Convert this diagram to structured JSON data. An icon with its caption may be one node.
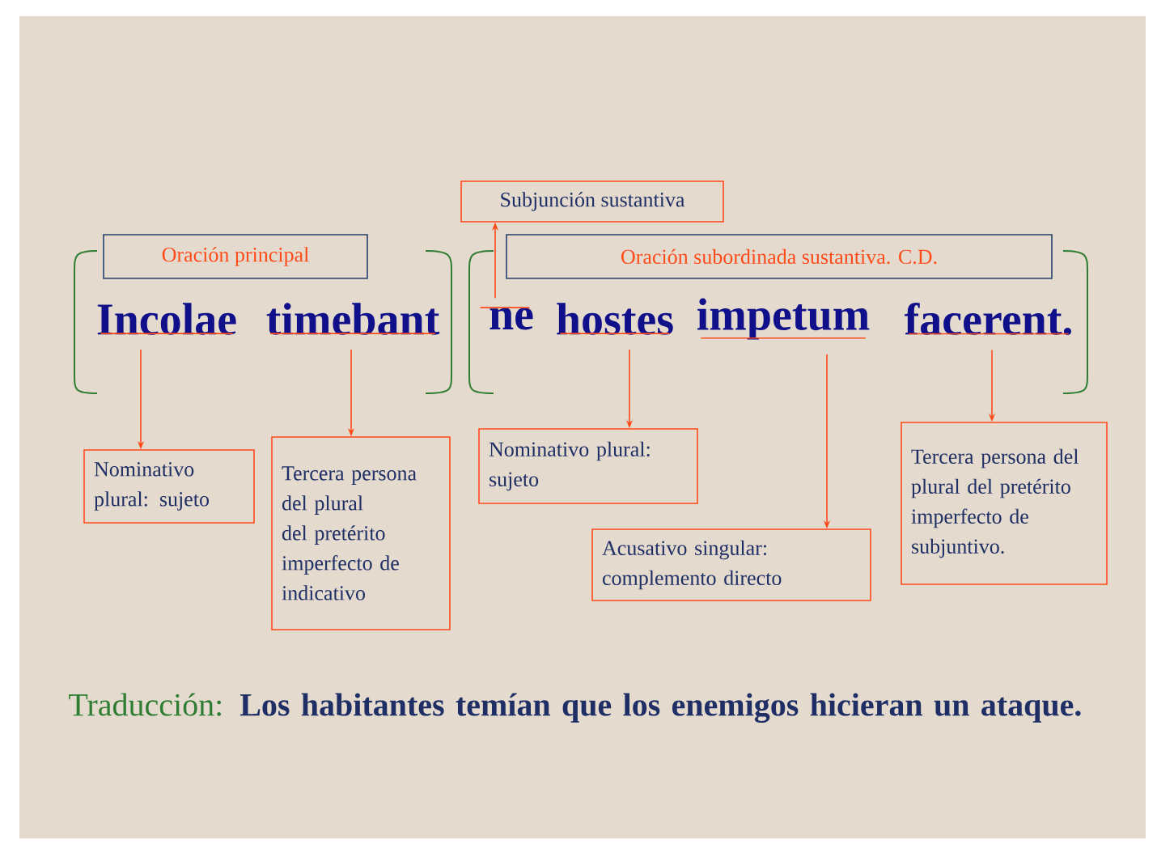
{
  "diagram": {
    "nodes": [
      {
        "text": [
          "Subjunción sustantiva"
        ]
      },
      {
        "text": [
          "Oración principal"
        ]
      },
      {
        "text": [
          "Oración subordinada sustantiva. C.D."
        ]
      },
      {
        "text": [
          "Incolae"
        ]
      },
      {
        "text": [
          "timebant"
        ]
      },
      {
        "text": [
          "ne"
        ]
      },
      {
        "text": [
          "hostes"
        ]
      },
      {
        "text": [
          "impetum"
        ]
      },
      {
        "text": [
          "facerent."
        ]
      },
      {
        "text": [
          "Nominativo plural: sujeto"
        ]
      },
      {
        "text": [
          "Tercera persona del plural del pretérito imperfecto de indicativo"
        ]
      },
      {
        "text": [
          "Nominativo plural: sujeto"
        ]
      },
      {
        "text": [
          "Acusativo singular: complemento directo"
        ]
      },
      {
        "text": [
          "Tercera persona del plural del pretérito imperfecto de subjuntivo."
        ]
      }
    ],
    "edges": [
      {
        "from": 3,
        "to": 9,
        "arrow": "to"
      },
      {
        "from": 4,
        "to": 10,
        "arrow": "to"
      },
      {
        "from": 5,
        "to": 0,
        "arrow": "to"
      },
      {
        "from": 6,
        "to": 11,
        "arrow": "to"
      },
      {
        "from": 7,
        "to": 12,
        "arrow": "to"
      },
      {
        "from": 8,
        "to": 13,
        "arrow": "to"
      }
    ],
    "labels": [
      "Traducción:",
      "Los habitantes temían que los enemigos hicieran un ataque."
    ]
  }
}
